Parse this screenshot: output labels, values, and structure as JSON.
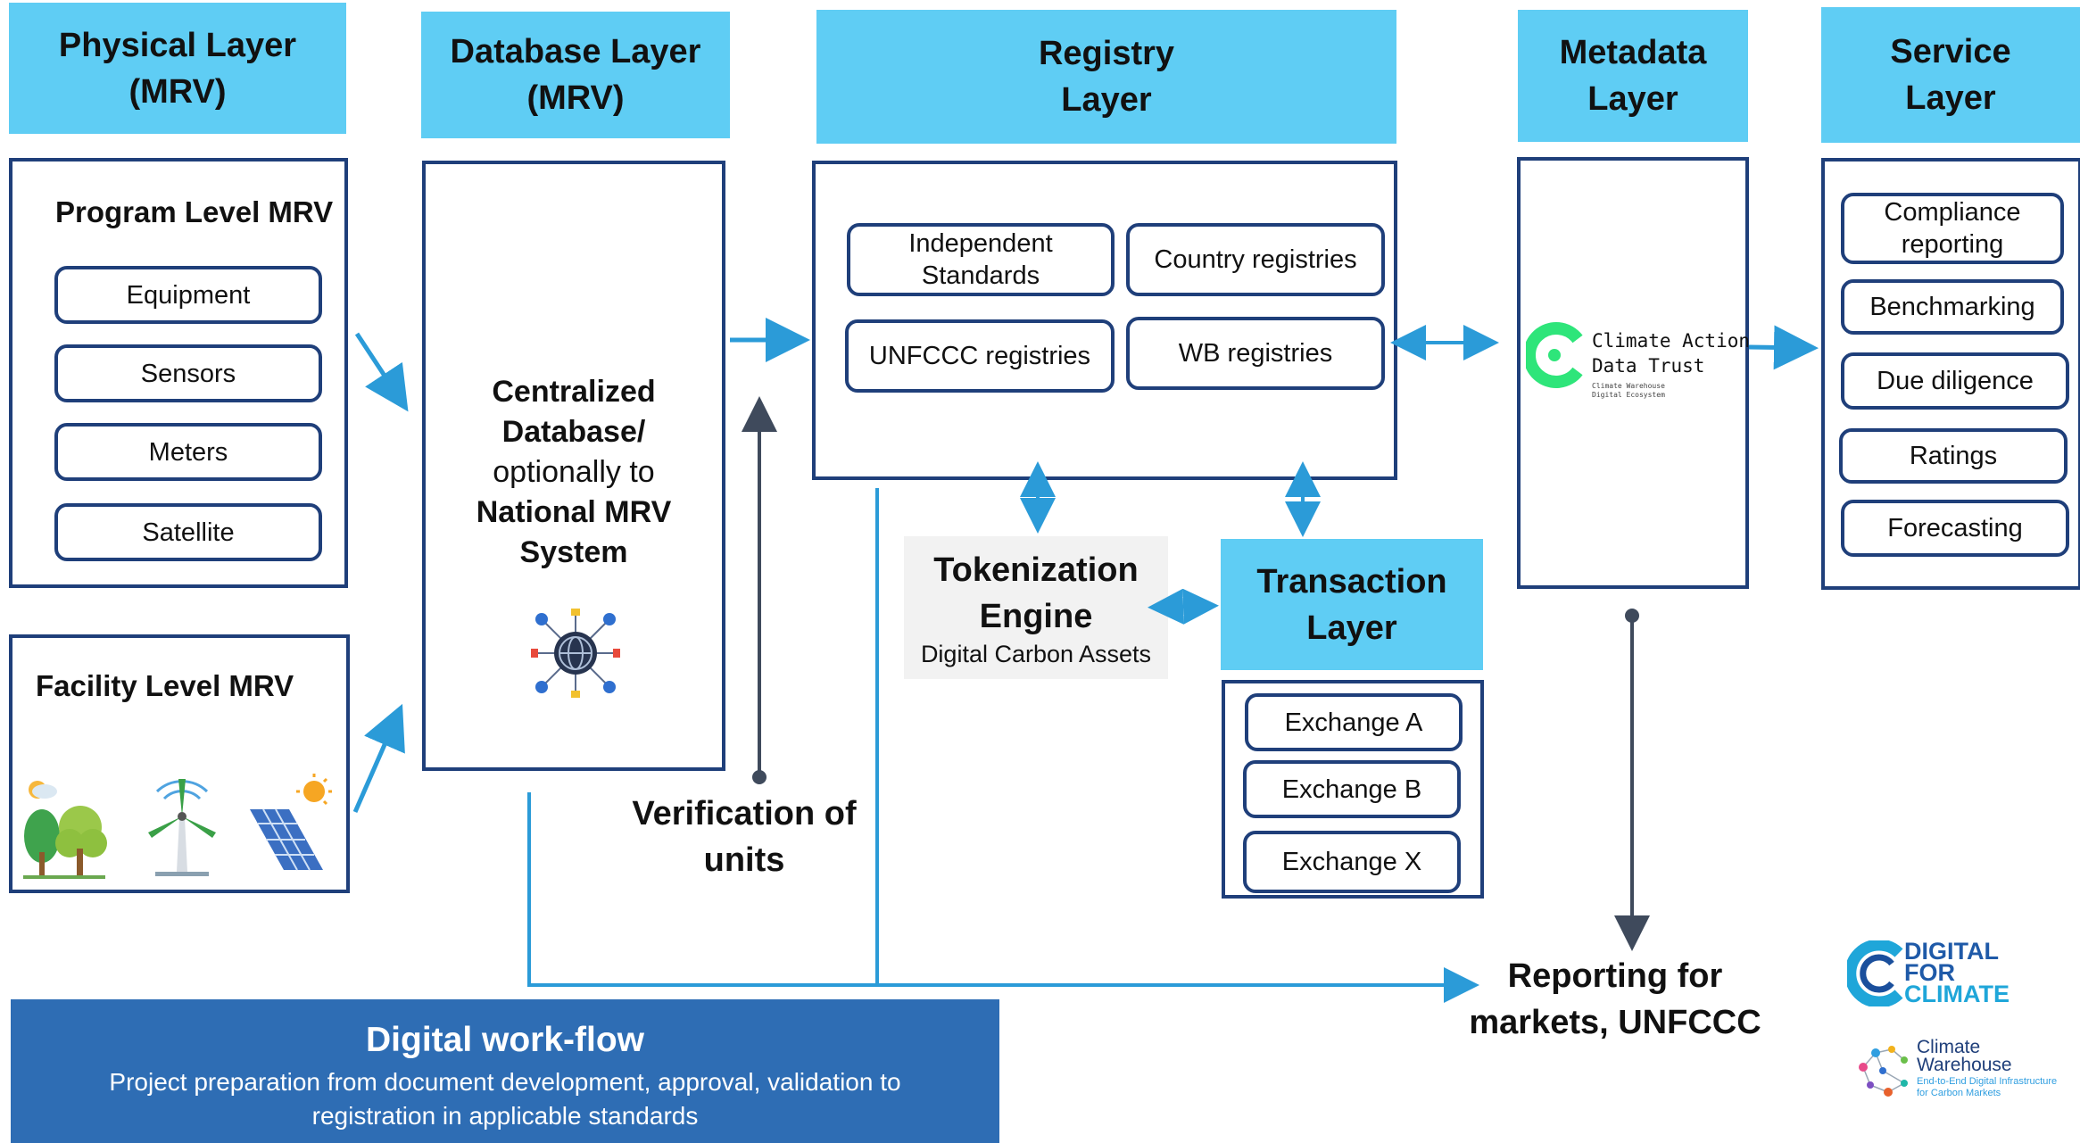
{
  "colors": {
    "header_bg": "#5fcdf4",
    "panel_border": "#1f3f7a",
    "arrow": "#2b9bd8",
    "workflow_bg": "#2e6db4",
    "token_bg": "#f2f2f2"
  },
  "headers": {
    "physical": "Physical Layer\n(MRV)",
    "database": "Database Layer\n(MRV)",
    "registry": "Registry\nLayer",
    "metadata": "Metadata\nLayer",
    "service": "Service\nLayer",
    "transaction": "Transaction\nLayer"
  },
  "program_mrv": {
    "title": "Program Level MRV",
    "items": [
      "Equipment",
      "Sensors",
      "Meters",
      "Satellite"
    ]
  },
  "facility_mrv": {
    "title": "Facility Level MRV",
    "icons": [
      "trees-icon",
      "wind-turbine-icon",
      "solar-panel-icon"
    ]
  },
  "database": {
    "line1": "Centralized",
    "line2": "Database/",
    "line3": "optionally to",
    "line4": "National MRV",
    "line5": "System",
    "icon": "network-globe-icon"
  },
  "registry": {
    "items": [
      "Independent\nStandards",
      "Country registries",
      "UNFCCC registries",
      "WB registries"
    ]
  },
  "metadata": {
    "logo_line1": "Climate Action",
    "logo_line2": "Data Trust",
    "logo_small1": "Climate Warehouse",
    "logo_small2": "Digital Ecosystem"
  },
  "service": {
    "items": [
      "Compliance\nreporting",
      "Benchmarking",
      "Due diligence",
      "Ratings",
      "Forecasting"
    ]
  },
  "tokenization": {
    "title": "Tokenization\nEngine",
    "subtitle": "Digital Carbon Assets"
  },
  "transaction": {
    "items": [
      "Exchange A",
      "Exchange B",
      "Exchange X"
    ]
  },
  "verification": "Verification of\nunits",
  "reporting": "Reporting for\nmarkets, UNFCCC",
  "workflow": {
    "title": "Digital work-flow",
    "description": "Project preparation from document development, approval, validation to\nregistration in applicable standards"
  },
  "logos": {
    "d4c_line1": "DIGITAL",
    "d4c_line2": "FOR",
    "d4c_line3": "CLIMATE",
    "cw_line1": "Climate",
    "cw_line2": "Warehouse",
    "cw_line3": "End-to-End Digital Infrastructure",
    "cw_line4": "for Carbon Markets"
  }
}
